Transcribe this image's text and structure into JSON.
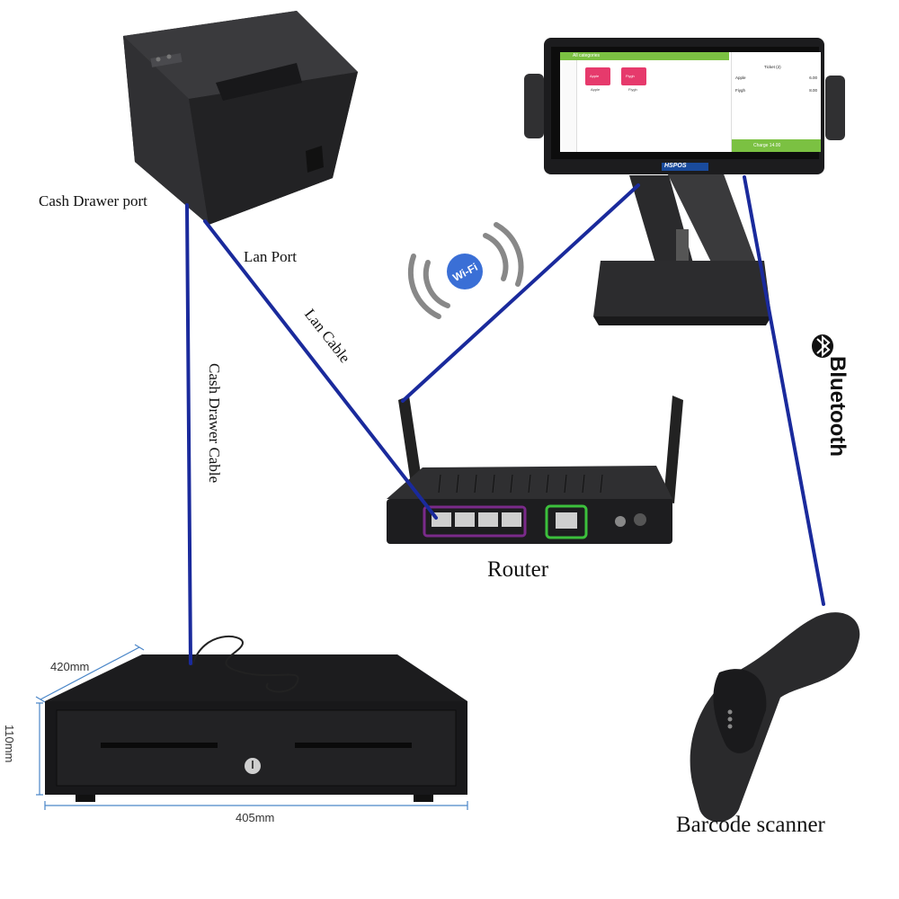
{
  "labels": {
    "cash_drawer_port": "Cash Drawer port",
    "lan_port": "Lan Port",
    "lan_cable": "Lan Cable",
    "cash_drawer_cable": "Cash Drawer Cable",
    "router": "Router",
    "barcode_scanner": "Barcode scanner",
    "bluetooth": "Bluetooth",
    "wifi": "Wi-Fi"
  },
  "dimensions": {
    "depth": "420mm",
    "height": "110mm",
    "width": "405mm"
  },
  "pos_screen": {
    "brand": "HSPOS",
    "category": "All categories",
    "tiles": [
      {
        "name": "Apple",
        "caption": "Apple"
      },
      {
        "name": "Fiygh",
        "caption": "Fiygh"
      }
    ],
    "ticket_title": "Ticket (2)",
    "ticket_items": [
      {
        "name": "Apple",
        "price": "6.00"
      },
      {
        "name": "Fiygh",
        "price": "8.00"
      }
    ],
    "charge": "Charge 14.00"
  },
  "colors": {
    "cable": "#1a2a9c",
    "pos_green": "#7bc142",
    "tile_pink": "#e63a6c",
    "internet_port_ring": "#3cc03c",
    "lan_ports_ring": "#7a2a8a",
    "device_body": "#2a2a2c"
  }
}
